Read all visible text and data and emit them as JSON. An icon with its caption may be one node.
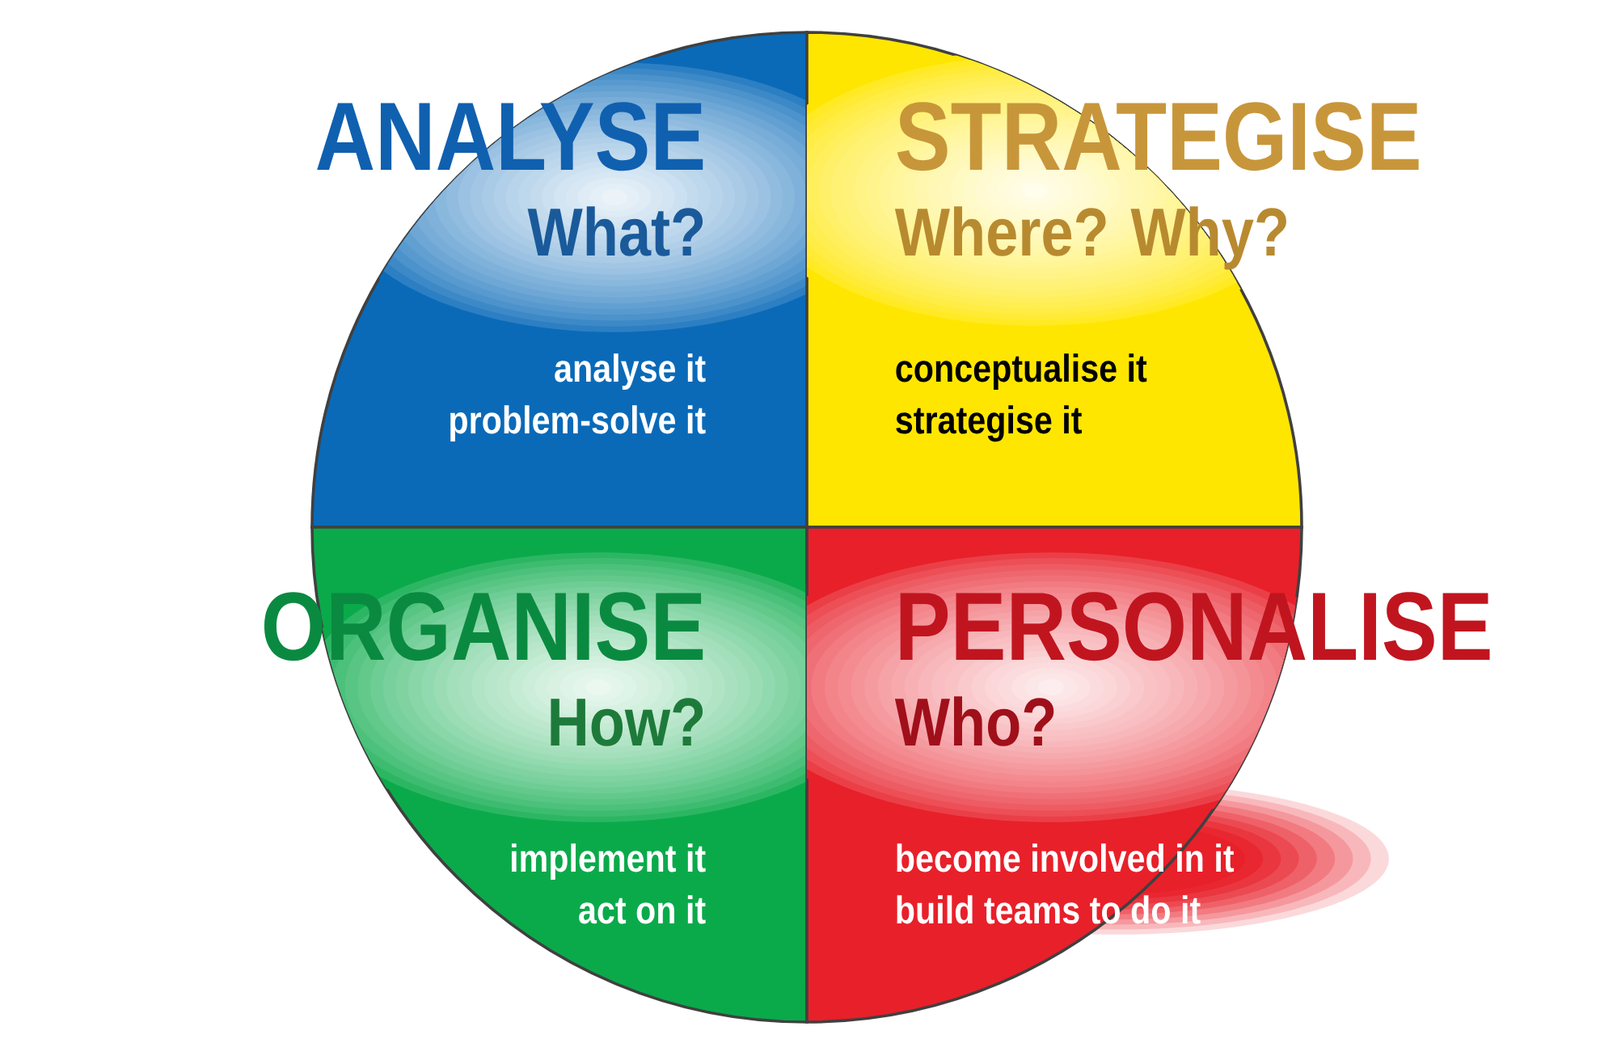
{
  "diagram": {
    "nodes": [
      {
        "text": [
          "ANALYSE",
          "What?",
          "analyse it",
          "problem-solve it"
        ]
      },
      {
        "text": [
          "STRATEGISE",
          "Where? Why?",
          "conceptualise it",
          "strategise it"
        ]
      },
      {
        "text": [
          "ORGANISE",
          "How?",
          "implement it",
          "act on it"
        ]
      },
      {
        "text": [
          "PERSONALISE",
          "Who?",
          "become involved in it",
          "build teams to do it"
        ]
      }
    ]
  }
}
